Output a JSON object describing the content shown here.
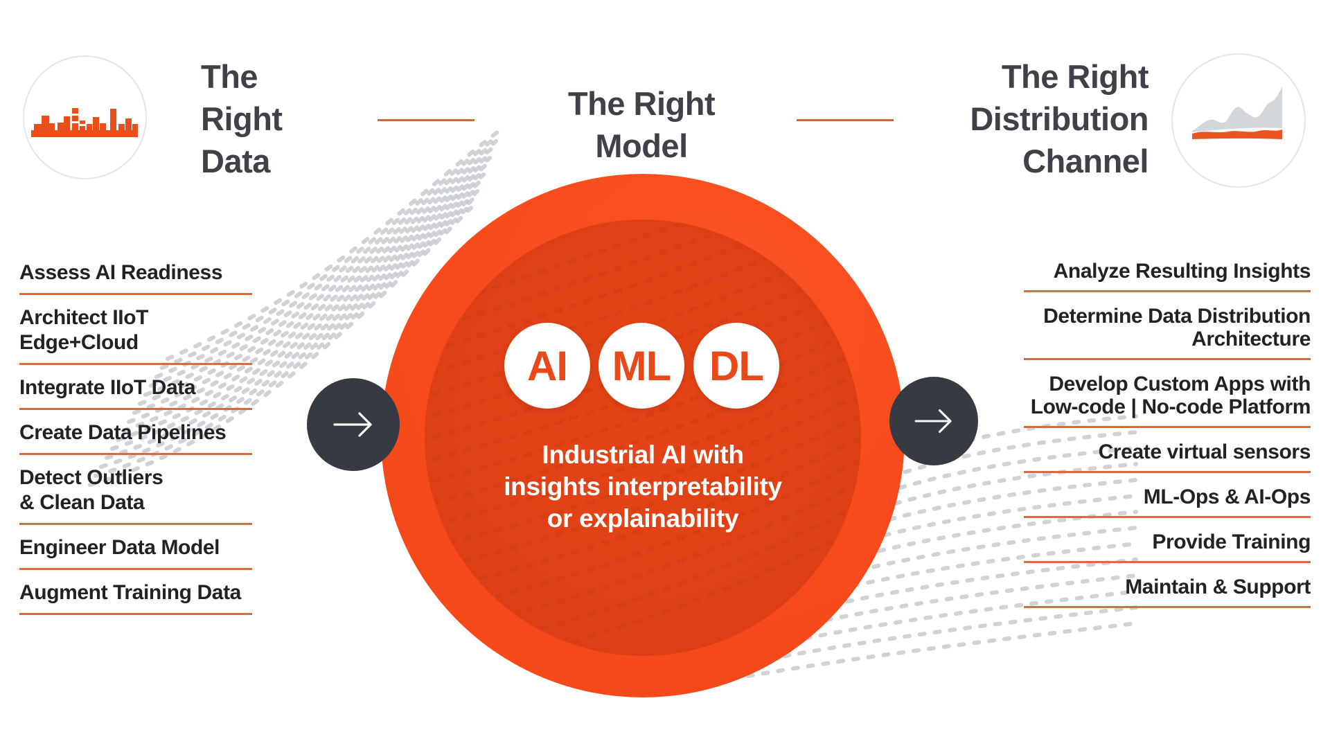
{
  "diagram": {
    "left": {
      "title": "The\nRight\nData",
      "icon": "bar-histogram-icon",
      "items": [
        "Assess AI Readiness",
        "Architect IIoT\nEdge+Cloud",
        "Integrate IIoT Data",
        "Create Data Pipelines",
        "Detect Outliers\n& Clean Data",
        "Engineer Data Model",
        "Augment Training Data"
      ]
    },
    "center": {
      "title": "The Right\nModel",
      "badges": [
        "AI",
        "ML",
        "DL"
      ],
      "caption": "Industrial AI with\ninsights interpretability\nor explainability"
    },
    "right": {
      "title": "The Right\nDistribution\nChannel",
      "icon": "area-chart-icon",
      "items": [
        "Analyze Resulting Insights",
        "Determine Data Distribution\nArchitecture",
        "Develop Custom Apps with\nLow-code | No-code Platform",
        "Create virtual sensors",
        "ML-Ops & AI-Ops",
        "Provide Training",
        "Maintain & Support"
      ]
    },
    "colors": {
      "outer_orange": "#f84a1b",
      "inner_orange": "#dc3f15",
      "underline_orange": "#db6a3c",
      "dark_slate": "#363a43",
      "title_gray": "#3e4148",
      "dot_gray": "#c3c7cd",
      "badge_text_orange": "#e8491b"
    }
  }
}
